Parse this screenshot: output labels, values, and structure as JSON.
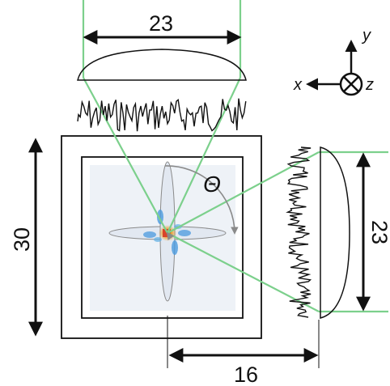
{
  "dimensions": {
    "top_width": "23",
    "left_height": "30",
    "right_height": "23",
    "bottom_offset": "16"
  },
  "angle_label": "Θ",
  "axes": {
    "x": "x",
    "y": "y",
    "z": "z"
  },
  "colors": {
    "beam": "#7cd08c",
    "line": "#111111",
    "arc": "#8a8a8a",
    "ellipse": "#8a8a8a",
    "speckle_red": "#d8442a",
    "speckle_blue": "#3a8fd8"
  }
}
